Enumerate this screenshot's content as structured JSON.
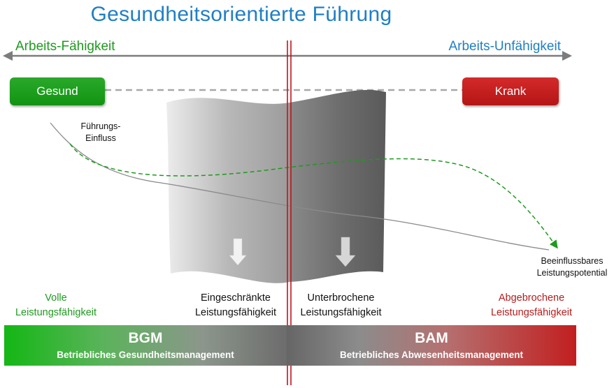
{
  "title": "Gesundheitsorientierte Führung",
  "axis": {
    "left_label": "Arbeits-Fähigkeit",
    "right_label": "Arbeits-Unfähigkeit"
  },
  "states": {
    "left": "Gesund",
    "right": "Krank"
  },
  "annotations": {
    "fuehrung_line1": "Führungs-",
    "fuehrung_line2": "Einfluss",
    "potential_line1": "Beeinflussbares",
    "potential_line2": "Leistungspotential"
  },
  "categories": [
    {
      "line1": "Volle",
      "line2": "Leistungsfähigkeit"
    },
    {
      "line1": "Eingeschränkte",
      "line2": "Leistungsfähigkeit"
    },
    {
      "line1": "Unterbrochene",
      "line2": "Leistungsfähigkeit"
    },
    {
      "line1": "Abgebrochene",
      "line2": "Leistungsfähigkeit"
    }
  ],
  "bars": {
    "bgm": {
      "abbr": "BGM",
      "name": "Betriebliches Gesundheitsmanagement"
    },
    "bam": {
      "abbr": "BAM",
      "name": "Betriebliches Abwesenheitsmanagement"
    }
  },
  "colors": {
    "title": "#1f7fc4",
    "green": "#1e9a1e",
    "red": "#b81b1b",
    "divider": "#c0141c"
  },
  "icons": [
    "down-arrow-icon",
    "down-arrow-icon",
    "double-arrow-axis"
  ]
}
